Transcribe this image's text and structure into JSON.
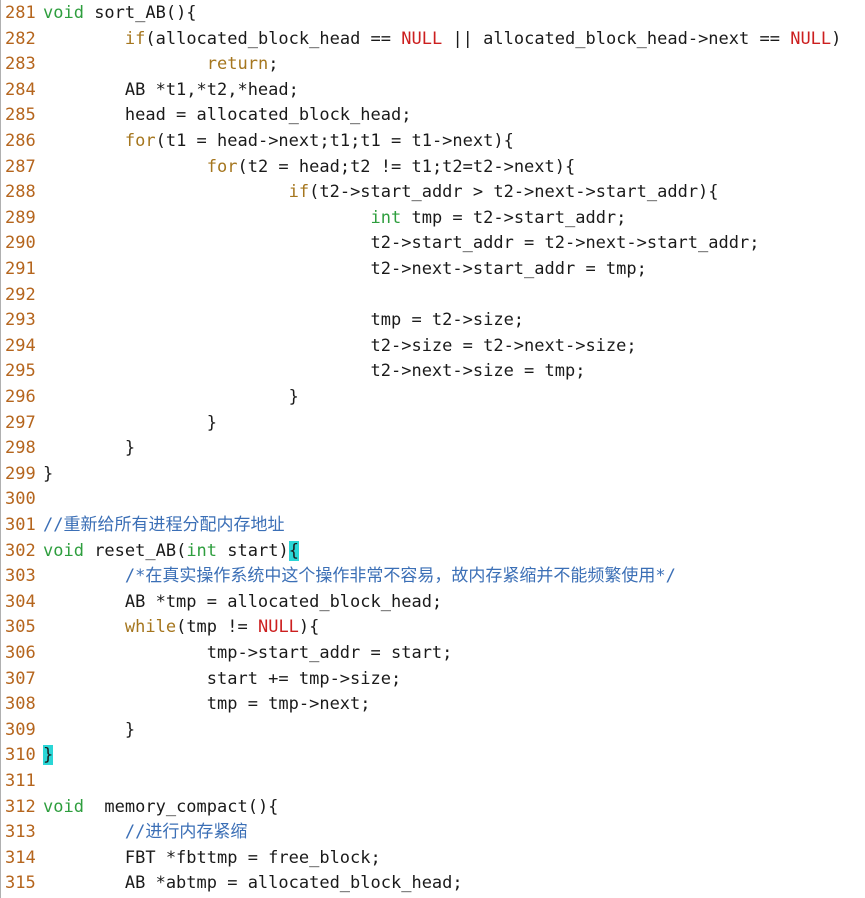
{
  "editor": {
    "colors": {
      "keyword": "#a5761e",
      "type": "#2e9e3e",
      "null": "#cc1f1f",
      "comment": "#3b6fb6",
      "line_number": "#b5651d",
      "bracket_highlight": "#2ad6d6"
    },
    "lines": [
      {
        "n": "281",
        "tokens": [
          {
            "t": "void",
            "c": "ty"
          },
          {
            "t": " sort_AB(){",
            "c": ""
          }
        ]
      },
      {
        "n": "282",
        "tokens": [
          {
            "t": "        ",
            "c": ""
          },
          {
            "t": "if",
            "c": "kw"
          },
          {
            "t": "(allocated_block_head == ",
            "c": ""
          },
          {
            "t": "NULL",
            "c": "nul"
          },
          {
            "t": " || allocated_block_head->next == ",
            "c": ""
          },
          {
            "t": "NULL",
            "c": "nul"
          },
          {
            "t": ")",
            "c": ""
          }
        ]
      },
      {
        "n": "283",
        "tokens": [
          {
            "t": "                ",
            "c": ""
          },
          {
            "t": "return",
            "c": "kw"
          },
          {
            "t": ";",
            "c": ""
          }
        ]
      },
      {
        "n": "284",
        "tokens": [
          {
            "t": "        AB *t1,*t2,*head;",
            "c": ""
          }
        ]
      },
      {
        "n": "285",
        "tokens": [
          {
            "t": "        head = allocated_block_head;",
            "c": ""
          }
        ]
      },
      {
        "n": "286",
        "tokens": [
          {
            "t": "        ",
            "c": ""
          },
          {
            "t": "for",
            "c": "kw"
          },
          {
            "t": "(t1 = head->next;t1;t1 = t1->next){",
            "c": ""
          }
        ]
      },
      {
        "n": "287",
        "tokens": [
          {
            "t": "                ",
            "c": ""
          },
          {
            "t": "for",
            "c": "kw"
          },
          {
            "t": "(t2 = head;t2 != t1;t2=t2->next){",
            "c": ""
          }
        ]
      },
      {
        "n": "288",
        "tokens": [
          {
            "t": "                        ",
            "c": ""
          },
          {
            "t": "if",
            "c": "kw"
          },
          {
            "t": "(t2->start_addr > t2->next->start_addr){",
            "c": ""
          }
        ]
      },
      {
        "n": "289",
        "tokens": [
          {
            "t": "                                ",
            "c": ""
          },
          {
            "t": "int",
            "c": "ty"
          },
          {
            "t": " tmp = t2->start_addr;",
            "c": ""
          }
        ]
      },
      {
        "n": "290",
        "tokens": [
          {
            "t": "                                t2->start_addr = t2->next->start_addr;",
            "c": ""
          }
        ]
      },
      {
        "n": "291",
        "tokens": [
          {
            "t": "                                t2->next->start_addr = tmp;",
            "c": ""
          }
        ]
      },
      {
        "n": "292",
        "tokens": []
      },
      {
        "n": "293",
        "tokens": [
          {
            "t": "                                tmp = t2->size;",
            "c": ""
          }
        ]
      },
      {
        "n": "294",
        "tokens": [
          {
            "t": "                                t2->size = t2->next->size;",
            "c": ""
          }
        ]
      },
      {
        "n": "295",
        "tokens": [
          {
            "t": "                                t2->next->size = tmp;",
            "c": ""
          }
        ]
      },
      {
        "n": "296",
        "tokens": [
          {
            "t": "                        }",
            "c": ""
          }
        ]
      },
      {
        "n": "297",
        "tokens": [
          {
            "t": "                }",
            "c": ""
          }
        ]
      },
      {
        "n": "298",
        "tokens": [
          {
            "t": "        }",
            "c": ""
          }
        ]
      },
      {
        "n": "299",
        "tokens": [
          {
            "t": "}",
            "c": ""
          }
        ]
      },
      {
        "n": "300",
        "tokens": []
      },
      {
        "n": "301",
        "tokens": [
          {
            "t": "//重新给所有进程分配内存地址",
            "c": "cm"
          }
        ]
      },
      {
        "n": "302",
        "tokens": [
          {
            "t": "void",
            "c": "ty"
          },
          {
            "t": " reset_AB(",
            "c": ""
          },
          {
            "t": "int",
            "c": "ty"
          },
          {
            "t": " start)",
            "c": ""
          },
          {
            "t": "{",
            "c": "hl"
          }
        ]
      },
      {
        "n": "303",
        "tokens": [
          {
            "t": "        ",
            "c": ""
          },
          {
            "t": "/*在真实操作系统中这个操作非常不容易，故内存紧缩并不能频繁使用*/",
            "c": "cm"
          }
        ]
      },
      {
        "n": "304",
        "tokens": [
          {
            "t": "        AB *tmp = allocated_block_head;",
            "c": ""
          }
        ]
      },
      {
        "n": "305",
        "tokens": [
          {
            "t": "        ",
            "c": ""
          },
          {
            "t": "while",
            "c": "kw"
          },
          {
            "t": "(tmp != ",
            "c": ""
          },
          {
            "t": "NULL",
            "c": "nul"
          },
          {
            "t": "){",
            "c": ""
          }
        ]
      },
      {
        "n": "306",
        "tokens": [
          {
            "t": "                tmp->start_addr = start;",
            "c": ""
          }
        ]
      },
      {
        "n": "307",
        "tokens": [
          {
            "t": "                start += tmp->size;",
            "c": ""
          }
        ]
      },
      {
        "n": "308",
        "tokens": [
          {
            "t": "                tmp = tmp->next;",
            "c": ""
          }
        ]
      },
      {
        "n": "309",
        "tokens": [
          {
            "t": "        }",
            "c": ""
          }
        ]
      },
      {
        "n": "310",
        "tokens": [
          {
            "t": "}",
            "c": "hl"
          }
        ]
      },
      {
        "n": "311",
        "tokens": []
      },
      {
        "n": "312",
        "tokens": [
          {
            "t": "void",
            "c": "ty"
          },
          {
            "t": "  memory_compact(){",
            "c": ""
          }
        ]
      },
      {
        "n": "313",
        "tokens": [
          {
            "t": "        ",
            "c": ""
          },
          {
            "t": "//进行内存紧缩",
            "c": "cm"
          }
        ]
      },
      {
        "n": "314",
        "tokens": [
          {
            "t": "        FBT *fbttmp = free_block;",
            "c": ""
          }
        ]
      },
      {
        "n": "315",
        "tokens": [
          {
            "t": "        AB *abtmp = allocated_block_head;",
            "c": ""
          }
        ]
      }
    ]
  }
}
